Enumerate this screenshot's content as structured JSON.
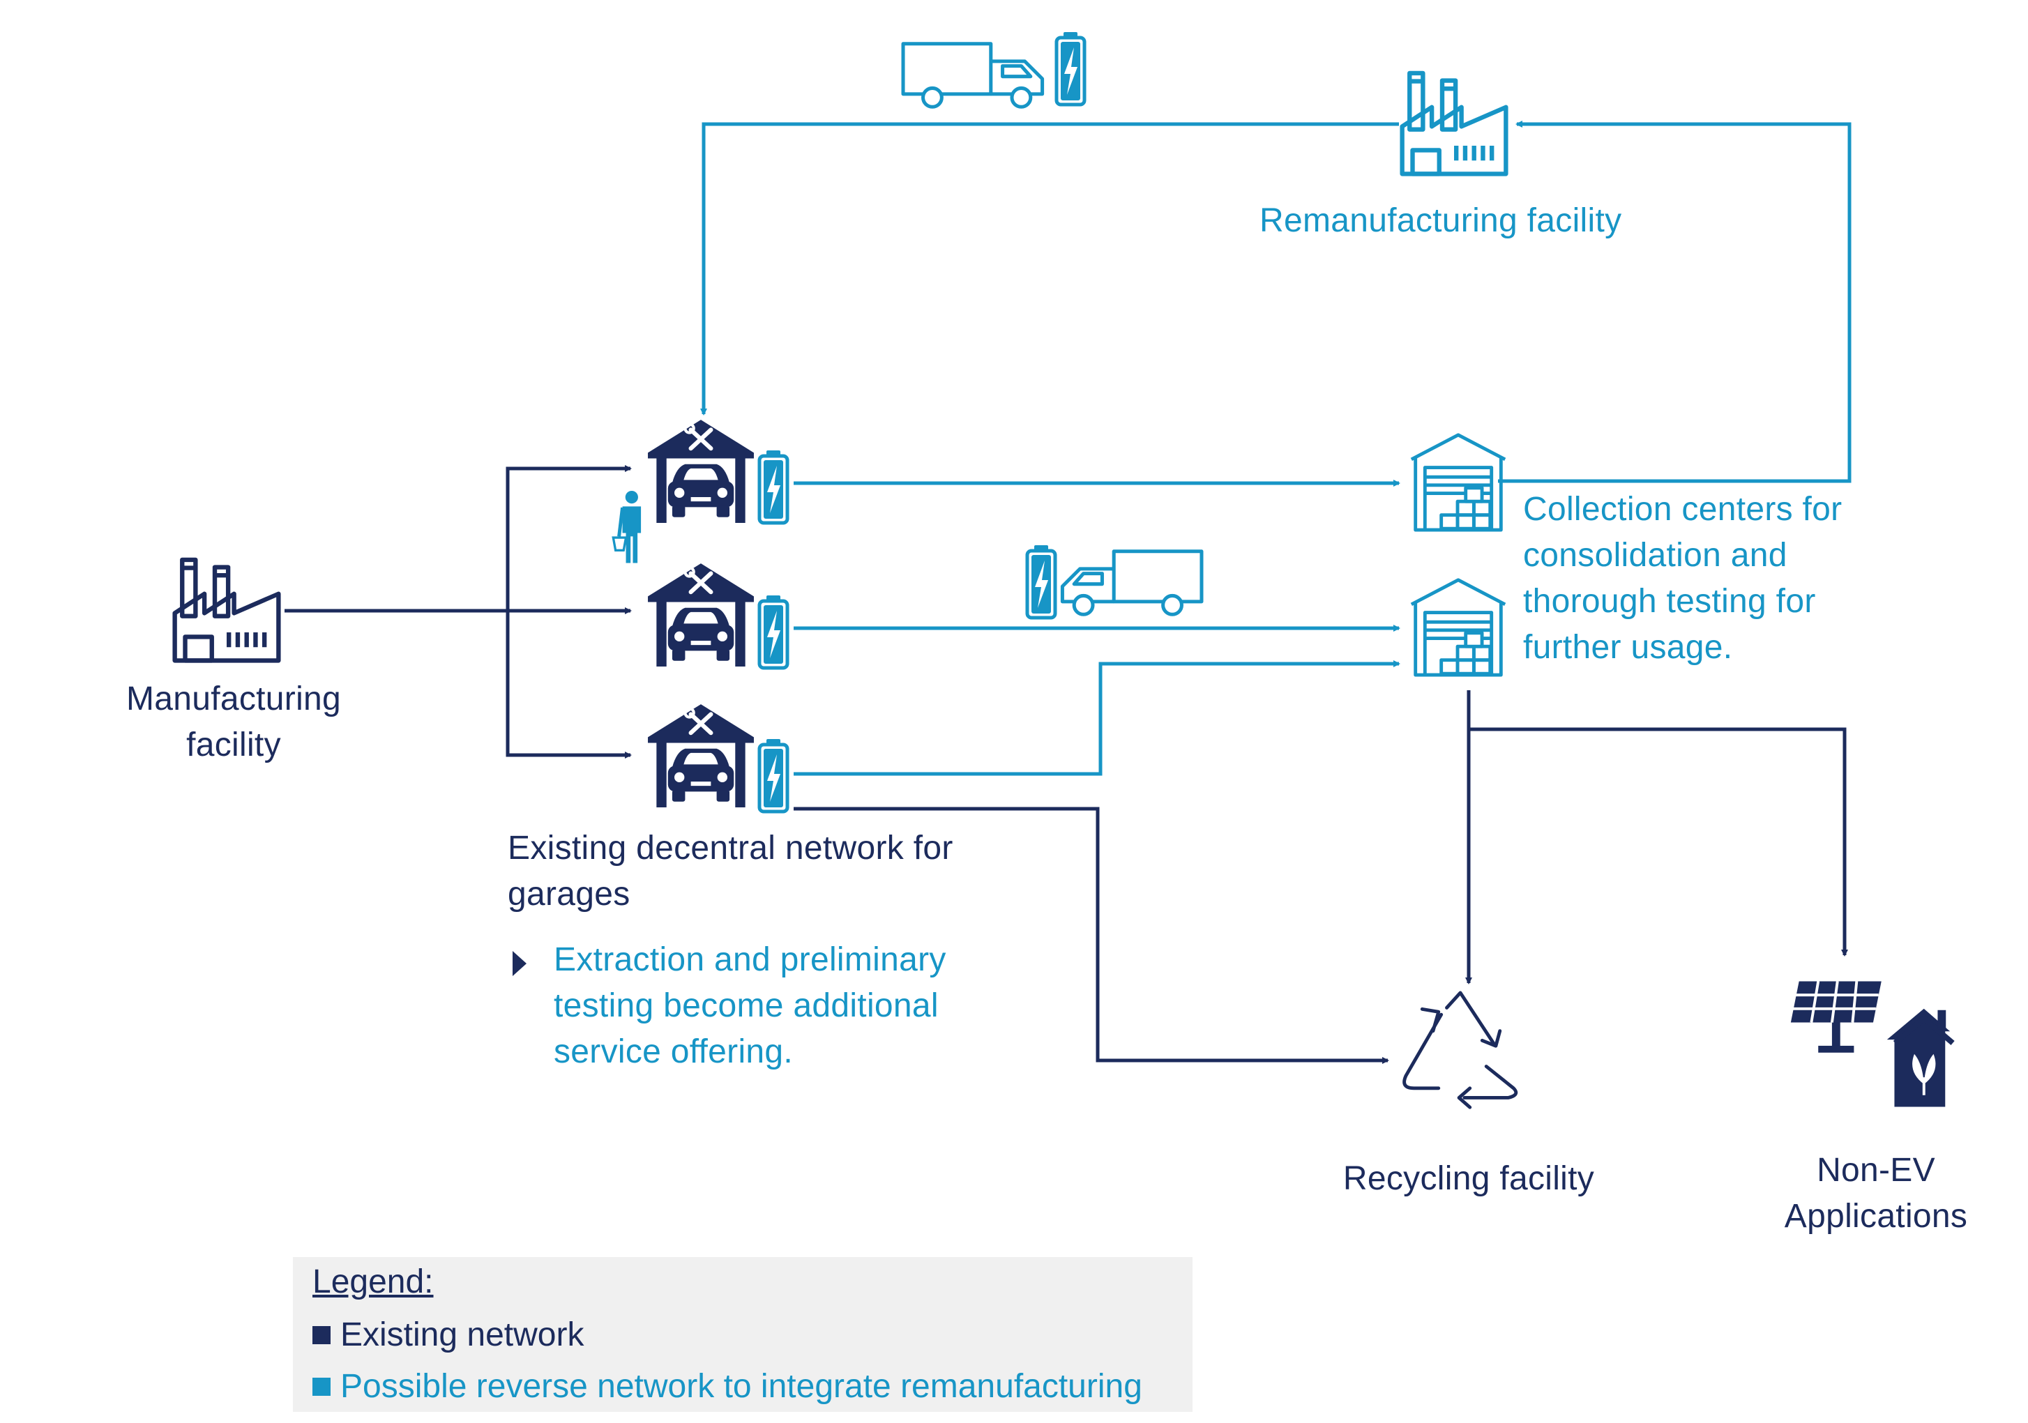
{
  "colors": {
    "existing": "#1c2b5c",
    "reverse": "#1795c6"
  },
  "labels": {
    "remanufacturing_facility": "Remanufacturing facility",
    "manufacturing_facility": [
      "Manufacturing",
      "facility"
    ],
    "collection_centers": [
      "Collection centers for",
      "consolidation and",
      "thorough testing for",
      "further usage."
    ],
    "garages": [
      "Existing decentral network for",
      "garages"
    ],
    "extraction": [
      "Extraction and preliminary",
      "testing become additional",
      "service offering."
    ],
    "recycling_facility": "Recycling facility",
    "non_ev": [
      "Non-EV",
      "Applications"
    ]
  },
  "legend": {
    "title": "Legend:",
    "items": [
      {
        "label": "Existing network",
        "color": "#1c2b5c"
      },
      {
        "label": "Possible reverse network to integrate remanufacturing",
        "color": "#1795c6"
      }
    ]
  },
  "icons": [
    "factory-icon",
    "truck-icon",
    "battery-icon",
    "garage-icon",
    "car-icon",
    "tools-icon",
    "person-icon",
    "warehouse-icon",
    "recycle-icon",
    "solar-panel-icon",
    "green-home-icon"
  ]
}
